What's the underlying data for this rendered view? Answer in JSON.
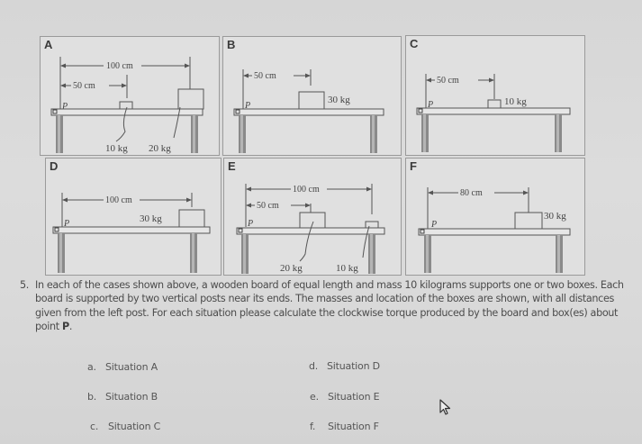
{
  "panels": [
    {
      "id": "A",
      "label": "A",
      "dims": [
        "100 cm",
        "50 cm"
      ],
      "masses": [
        "10 kg",
        "20 kg"
      ],
      "pivot": "P"
    },
    {
      "id": "B",
      "label": "B",
      "dims": [
        "50 cm"
      ],
      "masses": [
        "30 kg"
      ],
      "pivot": "P"
    },
    {
      "id": "C",
      "label": "C",
      "dims": [
        "50 cm"
      ],
      "masses": [
        "10 kg"
      ],
      "pivot": "P"
    },
    {
      "id": "D",
      "label": "D",
      "dims": [
        "100 cm"
      ],
      "masses": [
        "30 kg"
      ],
      "pivot": "P"
    },
    {
      "id": "E",
      "label": "E",
      "dims": [
        "100 cm",
        "50 cm"
      ],
      "masses": [
        "20 kg",
        "10 kg"
      ],
      "pivot": "P"
    },
    {
      "id": "F",
      "label": "F",
      "dims": [
        "80 cm"
      ],
      "masses": [
        "30 kg"
      ],
      "pivot": "P"
    }
  ],
  "question": {
    "number": "5.",
    "text": "In each of the cases shown above, a wooden board of equal length and mass 10 kilograms supports one or two boxes. Each board is supported by two vertical posts near its ends. The masses and location of the boxes are shown, with all distances given from the left post. For each situation please calculate the clockwise torque produced by the board and box(es) about point ",
    "point": "P",
    "end": "."
  },
  "options": [
    {
      "letter": "a.",
      "label": "Situation A"
    },
    {
      "letter": "b.",
      "label": "Situation B"
    },
    {
      "letter": "c.",
      "label": "Situation C"
    },
    {
      "letter": "d.",
      "label": "Situation D"
    },
    {
      "letter": "e.",
      "label": "Situation E"
    },
    {
      "letter": "f.",
      "label": "Situation F"
    }
  ]
}
